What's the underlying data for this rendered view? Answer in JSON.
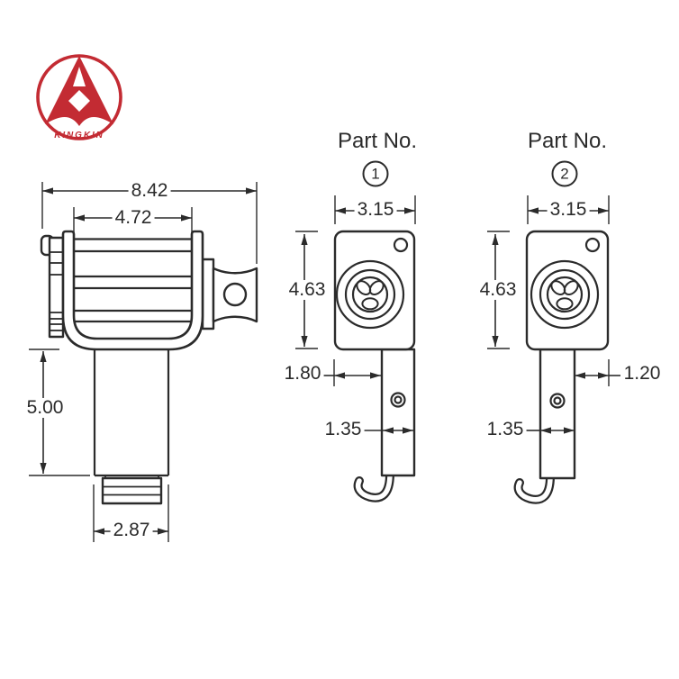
{
  "logo": {
    "brand": "KINGKIN",
    "color": "#c32b33"
  },
  "line_color": "#2b2b2b",
  "side_view": {
    "dims": {
      "overall_width": "8.42",
      "drum_width": "4.72",
      "shaft_length": "5.00",
      "end_width": "2.87"
    }
  },
  "part1": {
    "title": "Part No.",
    "number": "1",
    "dims": {
      "body_width": "3.15",
      "body_height": "4.63",
      "strap_offset": "1.80",
      "strap_width": "1.35"
    }
  },
  "part2": {
    "title": "Part No.",
    "number": "2",
    "dims": {
      "body_width": "3.15",
      "body_height": "4.63",
      "strap_offset": "1.20",
      "strap_width": "1.35"
    }
  }
}
